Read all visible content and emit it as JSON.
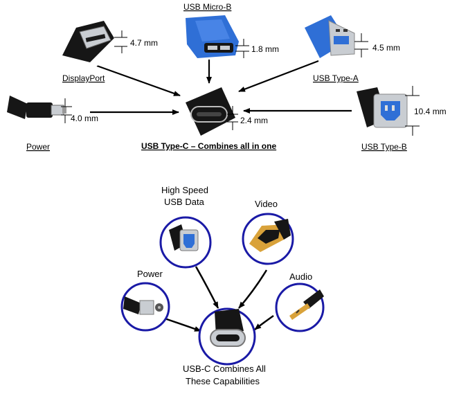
{
  "top_diagram": {
    "center_label": "USB Type-C – Combines all in one",
    "center_dimension": "2.4 mm",
    "connectors": {
      "usb_micro_b": {
        "label": "USB Micro-B",
        "dimension": "1.8 mm"
      },
      "displayport": {
        "label": "DisplayPort",
        "dimension": "4.7 mm"
      },
      "usb_type_a": {
        "label": "USB Type-A",
        "dimension": "4.5 mm"
      },
      "power": {
        "label": "Power",
        "dimension": "4.0 mm"
      },
      "usb_type_b": {
        "label": "USB Type-B",
        "dimension": "10.4 mm"
      }
    }
  },
  "bottom_diagram": {
    "center_label_line1": "USB-C Combines All",
    "center_label_line2": "These Capabilities",
    "capabilities": {
      "high_speed_line1": "High Speed",
      "high_speed_line2": "USB Data",
      "video": "Video",
      "power": "Power",
      "audio": "Audio"
    }
  },
  "colors": {
    "circle_stroke": "#1a1aa6",
    "usb3_blue": "#2f6fd6",
    "displayport_gold": "#d9a23a",
    "metal": "#c9cdd2",
    "cable_black": "#161616"
  }
}
